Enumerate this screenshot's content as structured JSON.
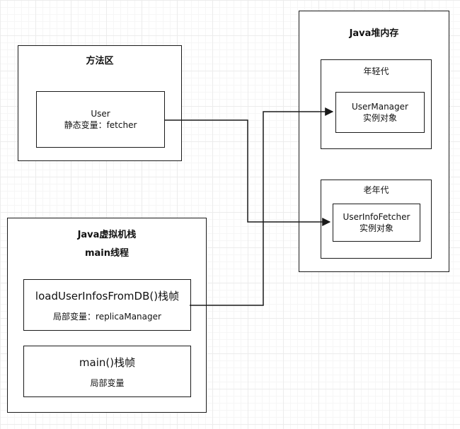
{
  "method_area": {
    "title": "方法区",
    "user_class": {
      "name": "User",
      "field": "静态变量：fetcher"
    }
  },
  "heap": {
    "title": "Java堆内存",
    "young_gen": {
      "title": "年轻代",
      "object": {
        "name": "UserManager",
        "desc": "实例对象"
      }
    },
    "old_gen": {
      "title": "老年代",
      "object": {
        "name": "UserInfoFetcher",
        "desc": "实例对象"
      }
    }
  },
  "jvm_stack": {
    "title": "Java虚拟机栈",
    "thread": "main线程",
    "frames": [
      {
        "name": "loadUserInfosFromDB()栈帧",
        "var": "局部变量：replicaManager"
      },
      {
        "name": "main()栈帧",
        "var": "局部变量"
      }
    ]
  }
}
